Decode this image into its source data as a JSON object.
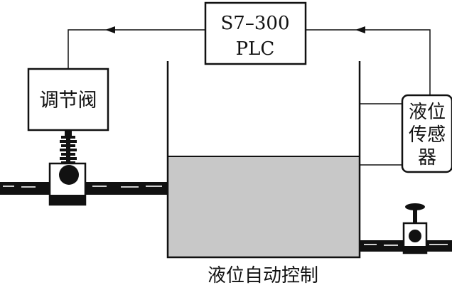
{
  "plc": {
    "line1": "S7–300",
    "line2": "PLC"
  },
  "valve_label": "调节阀",
  "sensor": {
    "line1": "液位",
    "line2": "传感",
    "line3": "器"
  },
  "caption": "液位自动控制",
  "colors": {
    "ink": "#111111",
    "liquid": "#c8c8c8",
    "background": "#ffffff"
  }
}
